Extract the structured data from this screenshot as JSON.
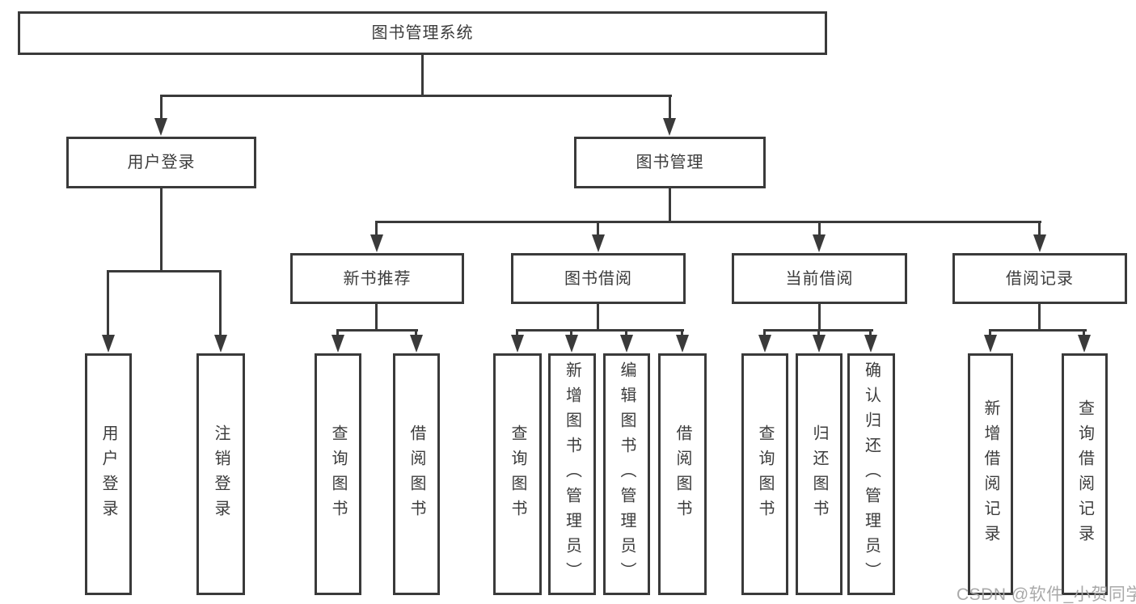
{
  "tree": {
    "label": "图书管理系统",
    "children": [
      {
        "label": "用户登录",
        "children": [
          {
            "label": "用户登录"
          },
          {
            "label": "注销登录"
          }
        ]
      },
      {
        "label": "图书管理",
        "children": [
          {
            "label": "新书推荐",
            "children": [
              {
                "label": "查询图书"
              },
              {
                "label": "借阅图书"
              }
            ]
          },
          {
            "label": "图书借阅",
            "children": [
              {
                "label": "查询图书"
              },
              {
                "label": "新增图书（管理员）"
              },
              {
                "label": "编辑图书（管理员）"
              },
              {
                "label": "借阅图书"
              }
            ]
          },
          {
            "label": "当前借阅",
            "children": [
              {
                "label": "查询图书"
              },
              {
                "label": "归还图书"
              },
              {
                "label": "确认归还（管理员）"
              }
            ]
          },
          {
            "label": "借阅记录",
            "children": [
              {
                "label": "新增借阅记录"
              },
              {
                "label": "查询借阅记录"
              }
            ]
          }
        ]
      }
    ]
  },
  "watermark": "CSDN @软件_小贺同学",
  "colors": {
    "line": "#3a3a3a",
    "text": "#3c3c3c",
    "watermark": "#a4a4a4",
    "background": "#ffffff"
  }
}
